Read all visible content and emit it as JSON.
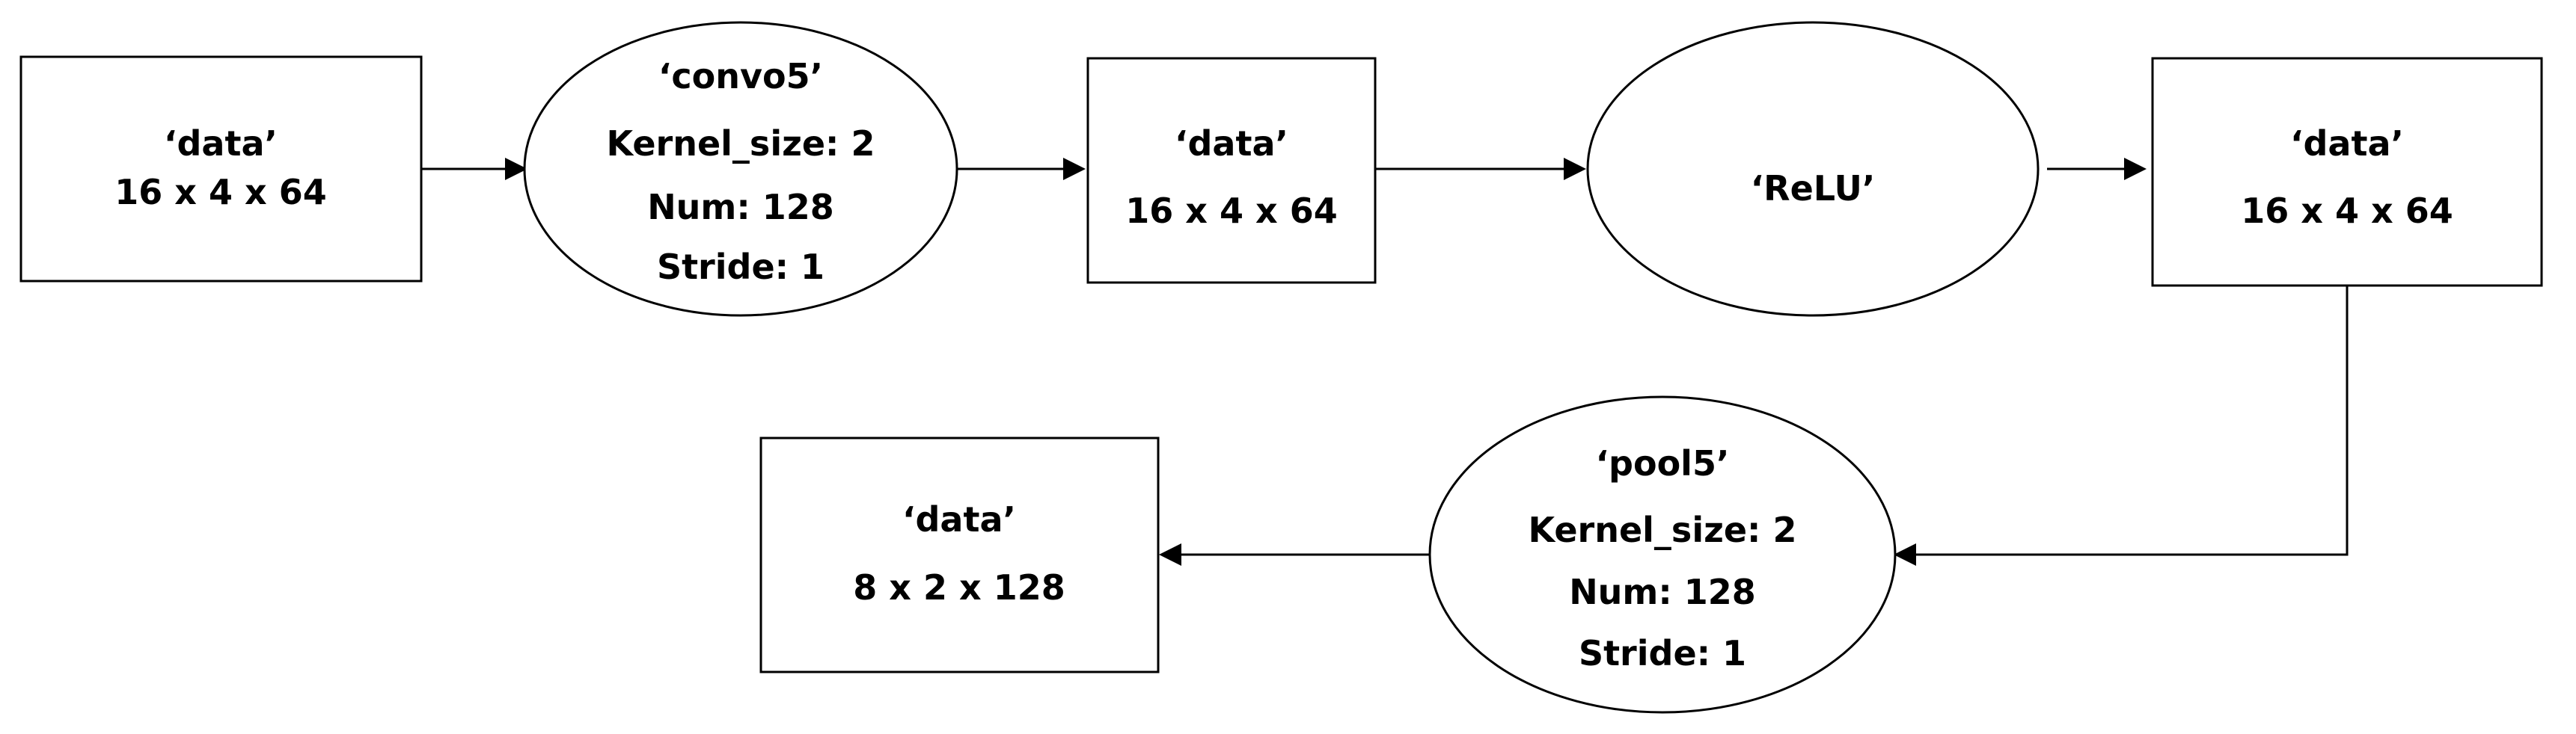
{
  "diagram": {
    "nodes": [
      {
        "id": "data-1",
        "shape": "box",
        "lines": [
          "‘data’",
          "16 x 4 x 64"
        ]
      },
      {
        "id": "convo5",
        "shape": "ellipse",
        "lines": [
          "‘convo5’",
          "Kernel_size: 2",
          "Num: 128",
          "Stride: 1"
        ]
      },
      {
        "id": "data-2",
        "shape": "box",
        "lines": [
          "‘data’",
          "16 x 4 x 64"
        ]
      },
      {
        "id": "relu",
        "shape": "ellipse",
        "lines": [
          "‘ReLU’"
        ]
      },
      {
        "id": "data-3",
        "shape": "box",
        "lines": [
          "‘data’",
          "16 x 4 x 64"
        ]
      },
      {
        "id": "pool5",
        "shape": "ellipse",
        "lines": [
          "‘pool5’",
          "Kernel_size: 2",
          "Num: 128",
          "Stride: 1"
        ]
      },
      {
        "id": "data-4",
        "shape": "box",
        "lines": [
          "‘data’",
          "8 x 2 x 128"
        ]
      }
    ],
    "edges": [
      {
        "from": "data-1",
        "to": "convo5"
      },
      {
        "from": "convo5",
        "to": "data-2"
      },
      {
        "from": "data-2",
        "to": "relu"
      },
      {
        "from": "relu",
        "to": "data-3"
      },
      {
        "from": "data-3",
        "to": "pool5"
      },
      {
        "from": "pool5",
        "to": "data-4"
      }
    ]
  }
}
